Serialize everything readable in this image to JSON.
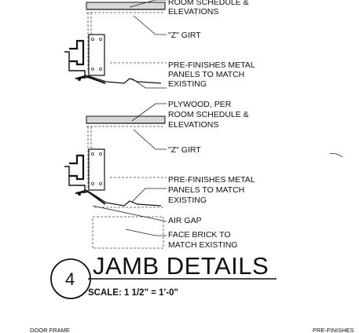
{
  "upper_notes": {
    "plywood_line1": "ROOM SCHEDULE &",
    "plywood_line2": "ELEVATIONS",
    "z_girt": "\"Z\" GIRT",
    "panels_line1": "PRE-FINISHES METAL",
    "panels_line2": "PANELS TO MATCH",
    "panels_line3": "EXISTING"
  },
  "lower_notes": {
    "plywood_line1": "PLYWOOD, PER",
    "plywood_line2": "ROOM SCHEDULE &",
    "plywood_line3": "ELEVATIONS",
    "z_girt": "\"Z\" GIRT",
    "panels_line1": "PRE-FINISHES METAL",
    "panels_line2": "PANELS TO MATCH",
    "panels_line3": "EXISTING",
    "air_gap": "AIR GAP",
    "brick_line1": "FACE BRICK TO",
    "brick_line2": "MATCH EXISTING"
  },
  "title_block": {
    "detail_number": "4",
    "title": "JAMB DETAILS",
    "scale": "SCALE: 1 1/2\" = 1'-0\""
  },
  "bottom_cutoff": {
    "left": "DOOR FRAME",
    "right": "PRE-FINISHES"
  }
}
